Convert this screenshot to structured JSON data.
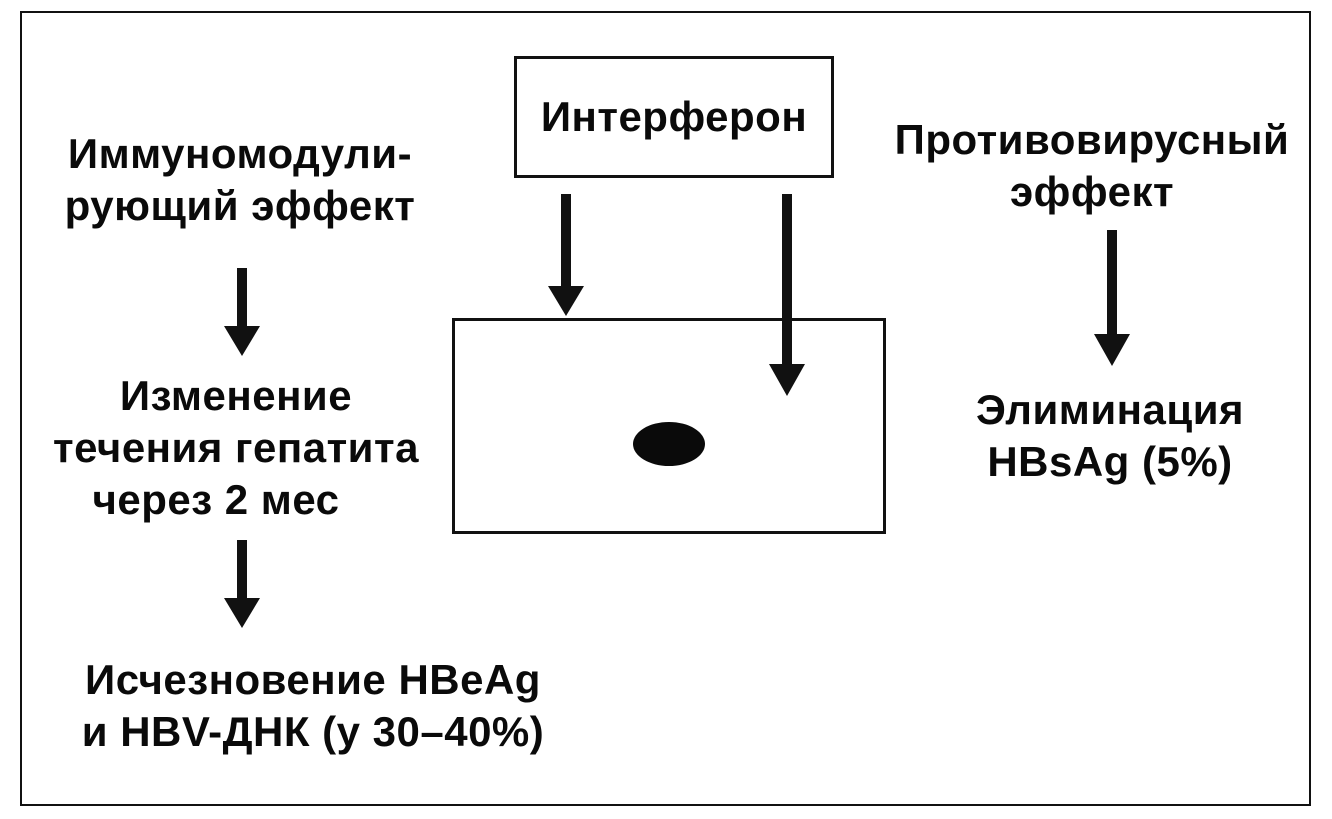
{
  "diagram": {
    "top_box": {
      "label": "Интерферон"
    },
    "left_branch": {
      "effect": {
        "line1": "Иммуномодули-",
        "line2": "рующий эффект"
      },
      "change": {
        "line1": "Изменение",
        "line2": "течения гепатита",
        "line3": "через 2 мес"
      },
      "result": {
        "line1": "Исчезновение HBeAg",
        "line2": "и HBV-ДНК (у 30–40%)"
      }
    },
    "right_branch": {
      "effect": {
        "line1": "Противовирусный",
        "line2": "эффект"
      },
      "result": {
        "line1": "Элиминация",
        "line2": "HBsAg (5%)"
      }
    },
    "cell": {
      "nucleus": "nucleus-dot"
    }
  }
}
